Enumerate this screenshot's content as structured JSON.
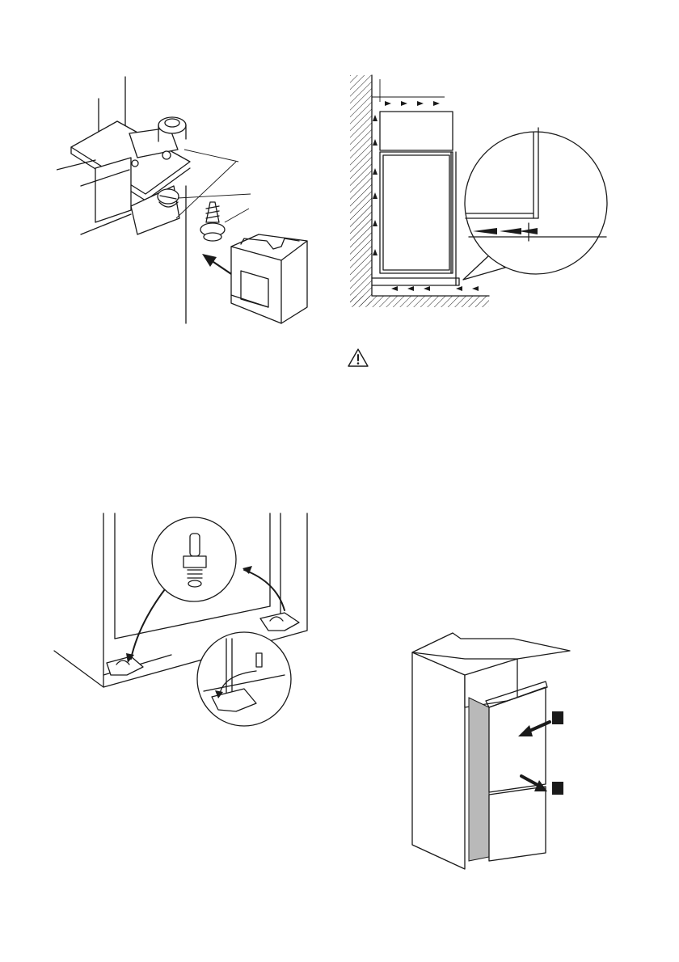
{
  "page": {
    "background": "#ffffff",
    "line_color": "#1a1a1a"
  },
  "figures": [
    {
      "id": "hinge-cover-install",
      "icons": [
        "hinge-icon",
        "adjust-screw-icon",
        "wood-screw-icon",
        "hinge-cover-icon",
        "insert-arrow-icon"
      ]
    },
    {
      "id": "ventilation-clearance",
      "icons": [
        "wall-hatch-icon",
        "airflow-arrows-icon",
        "zoom-circle-icon"
      ]
    },
    {
      "id": "warning-notice",
      "icons": [
        "warning-triangle-icon"
      ]
    },
    {
      "id": "bottom-bracket-install",
      "icons": [
        "bracket-icon",
        "threaded-pin-icon",
        "zoom-circle-icon"
      ]
    },
    {
      "id": "appliance-push-into-niche",
      "icons": [
        "cabinet-icon",
        "push-arrow-icon",
        "step-marker-icon"
      ]
    }
  ]
}
